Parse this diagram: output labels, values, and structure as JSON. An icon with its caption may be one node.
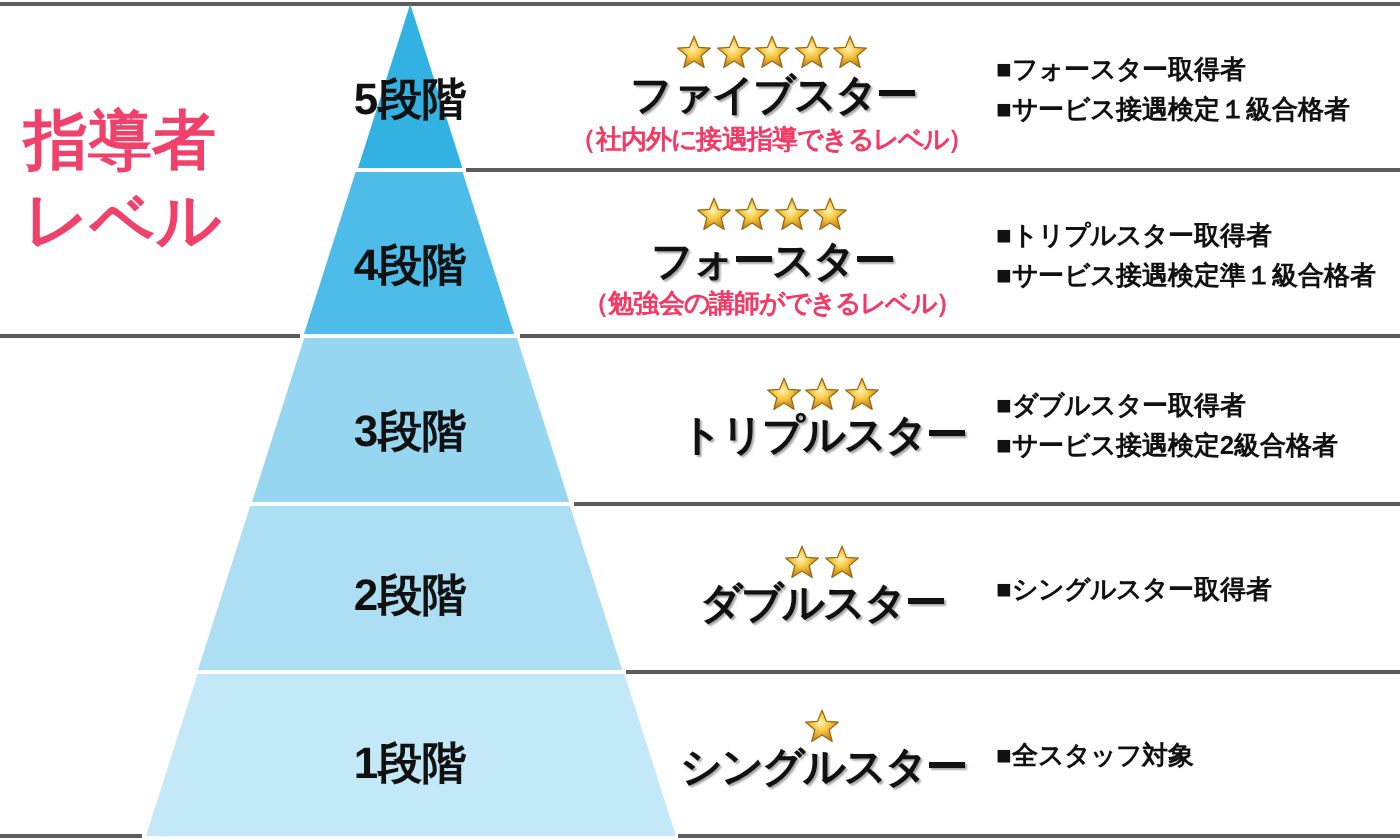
{
  "diagram": {
    "nodes": [
      {
        "text": [
          "5段階"
        ],
        "beside": [
          "ファイブスター",
          "（社内外に接遇指導できるレベル）",
          "■フォースター取得者",
          "■サービス接遇検定１級合格者"
        ]
      },
      {
        "text": [
          "4段階"
        ],
        "beside": [
          "フォースター",
          "（勉強会の講師ができるレベル）",
          "■トリプルスター取得者",
          "■サービス接遇検定準１級合格者"
        ]
      },
      {
        "text": [
          "3段階"
        ],
        "beside": [
          "トリプルスター",
          "■ダブルスター取得者",
          "■サービス接遇検定2級合格者"
        ]
      },
      {
        "text": [
          "2段階"
        ],
        "beside": [
          "ダブルスター",
          "■シングルスター取得者"
        ]
      },
      {
        "text": [
          "1段階"
        ],
        "beside": [
          "シングルスター",
          "■全スタッフ対象"
        ]
      }
    ],
    "labels": [
      "指導者レベル"
    ]
  }
}
